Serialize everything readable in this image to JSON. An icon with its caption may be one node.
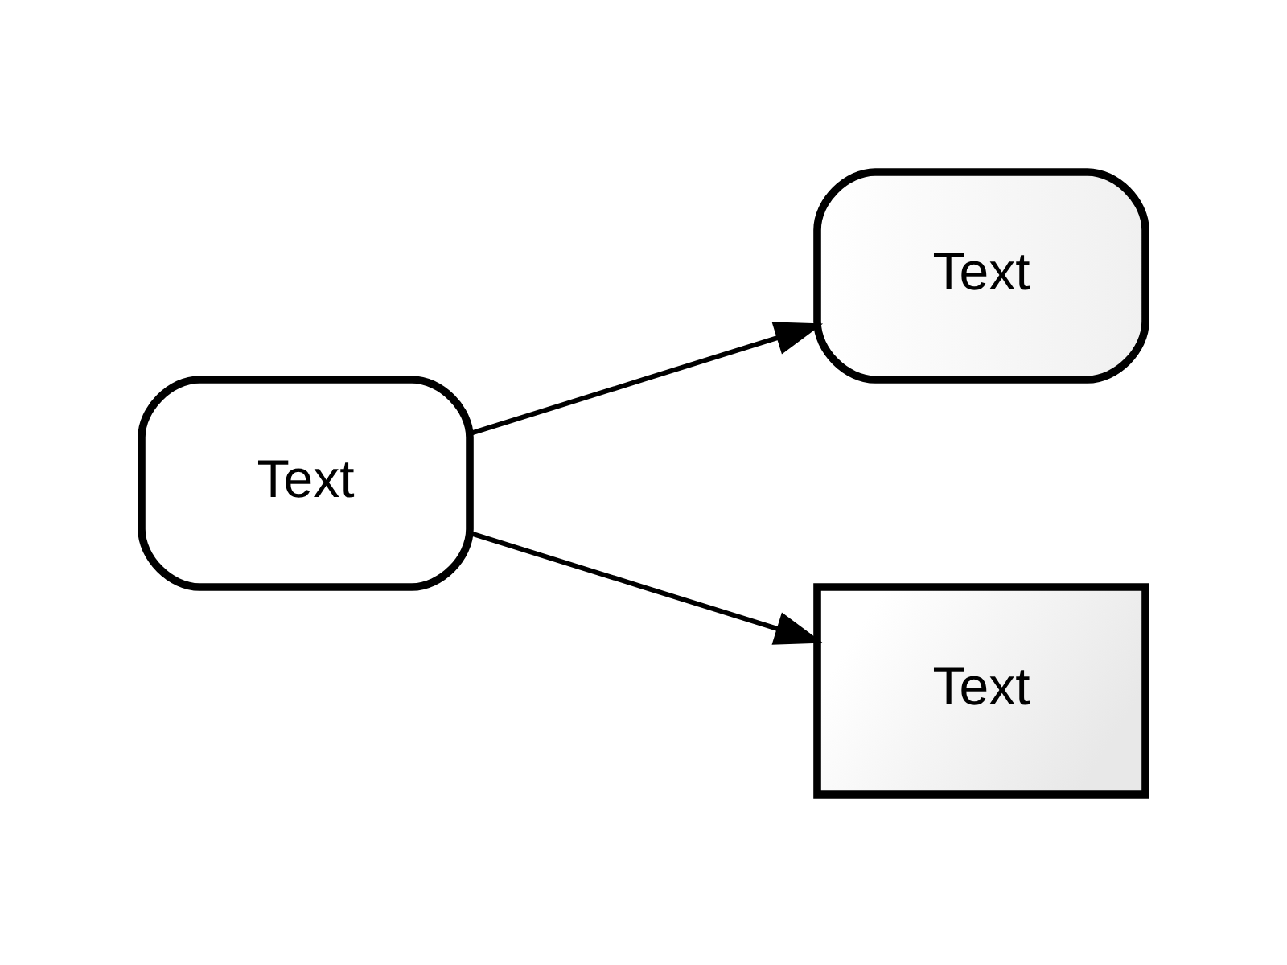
{
  "diagram": {
    "nodes": [
      {
        "text": [
          "Text"
        ]
      },
      {
        "text": [
          "Text"
        ]
      },
      {
        "text": [
          "Text"
        ]
      }
    ],
    "edges": [
      {
        "from": 0,
        "to": 1,
        "arrow": "to"
      },
      {
        "from": 0,
        "to": 2,
        "arrow": "to"
      }
    ]
  }
}
